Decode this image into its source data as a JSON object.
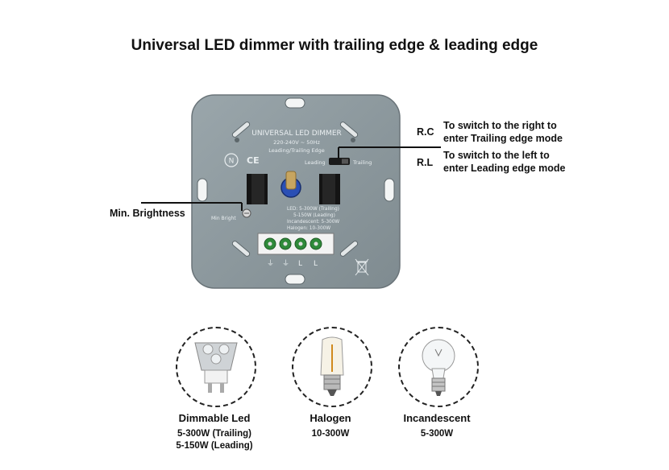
{
  "title": "Universal LED dimmer with trailing edge & leading edge",
  "plate": {
    "line1": "UNIVERSAL LED DIMMER",
    "line2": "220-240V ~ 50Hz",
    "line3": "Leading/Trailing Edge",
    "switch_left": "Leading",
    "switch_right": "Trailing",
    "min_bright": "Min Bright",
    "spec1": "LED: 5-300W (Trailing)",
    "spec2": "5-150W (Leading)",
    "spec3": "Incandescent: 5-300W",
    "spec4": "Halogen: 10-300W",
    "terminals": [
      "⏚",
      "⏚",
      "L",
      "L"
    ]
  },
  "callouts": {
    "rc_code": "R.C",
    "rc_text1": "To switch to the right to",
    "rc_text2": "enter Trailing edge mode",
    "rl_code": "R.L",
    "rl_text1": "To switch to the left to",
    "rl_text2": "enter Leading edge mode",
    "min_brightness": "Min. Brightness"
  },
  "bulbs": [
    {
      "name": "Dimmable Led",
      "spec1": "5-300W (Trailing)",
      "spec2": "5-150W (Leading)"
    },
    {
      "name": "Halogen",
      "spec1": "10-300W",
      "spec2": ""
    },
    {
      "name": "Incandescent",
      "spec1": "5-300W",
      "spec2": ""
    }
  ],
  "colors": {
    "plate": "#8e9a9f",
    "plate_dark": "#6f7a7f",
    "knob": "#2a4fb5",
    "terminal_green": "#2f8a3a"
  }
}
